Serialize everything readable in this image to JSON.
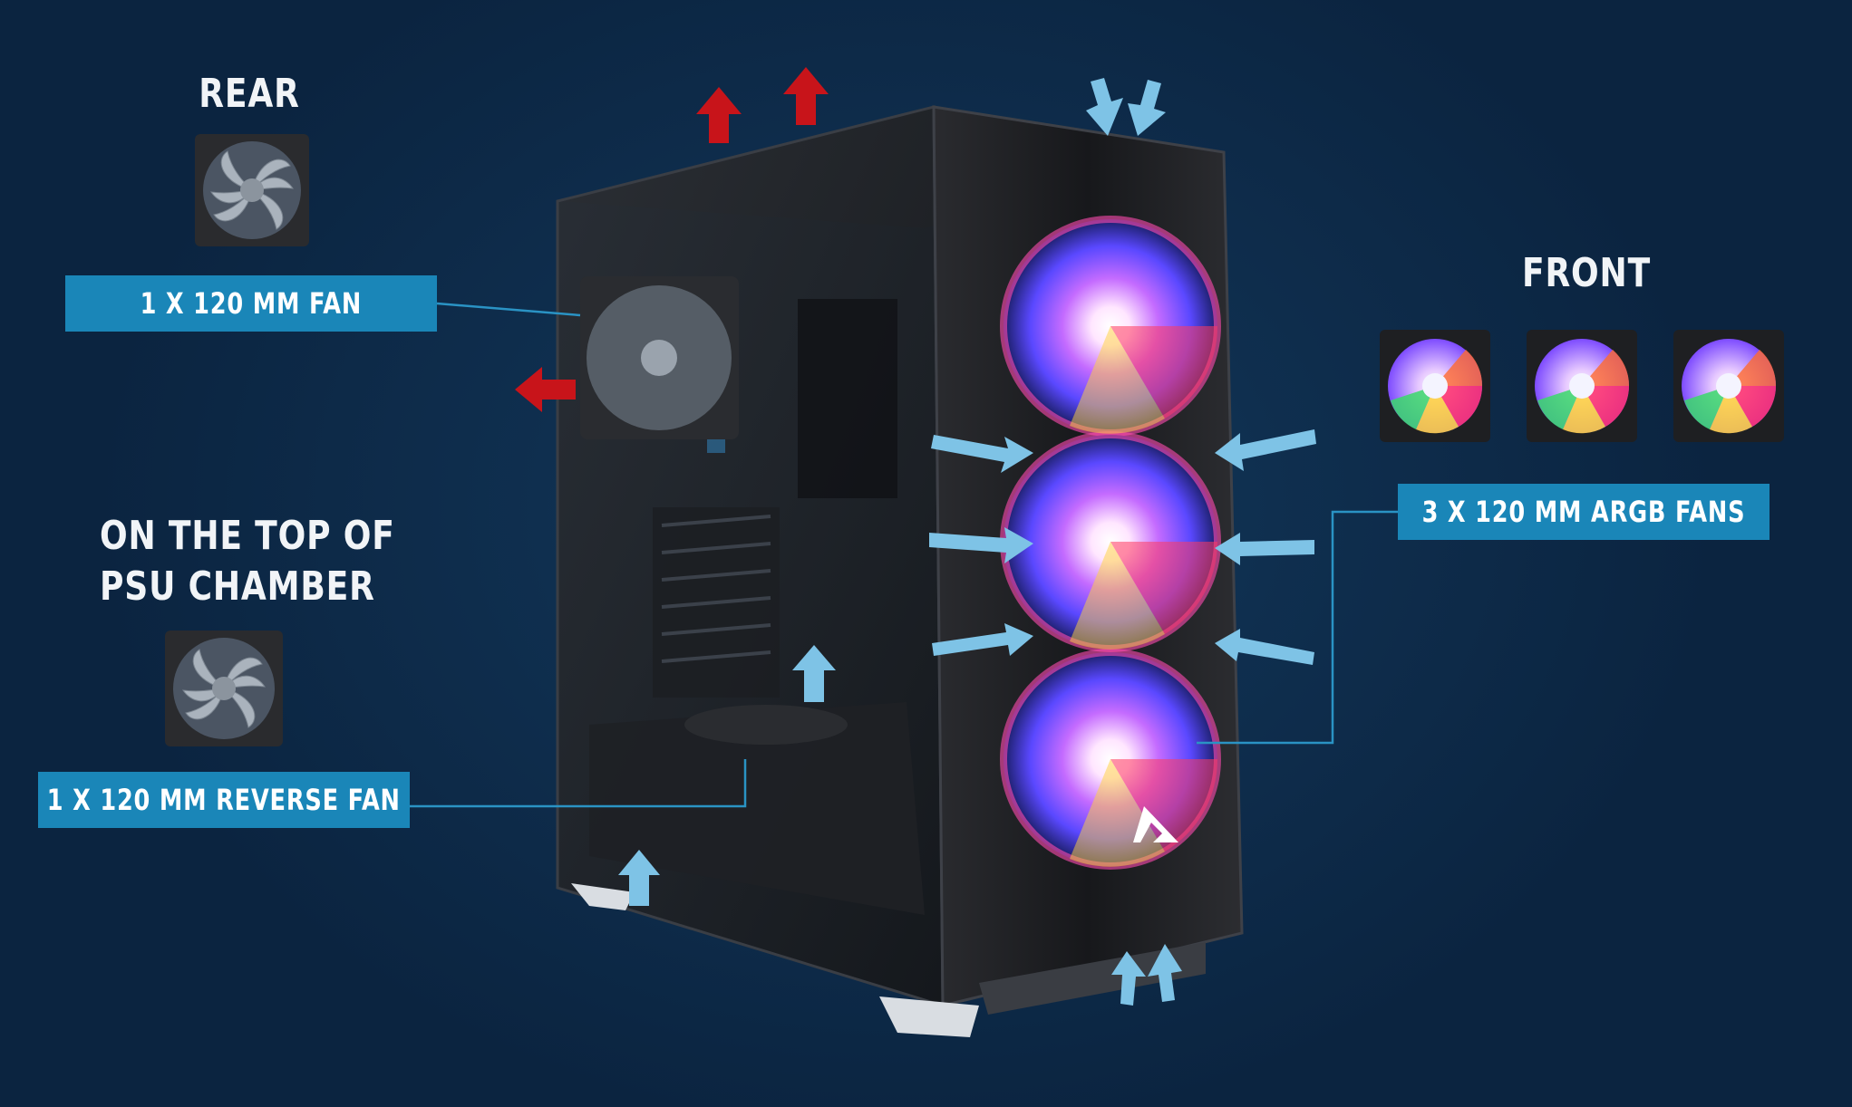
{
  "rear": {
    "heading": "REAR",
    "label": "1 X 120 MM FAN"
  },
  "psu": {
    "heading_line1": "ON THE TOP OF",
    "heading_line2": "PSU CHAMBER",
    "label": "1 X 120 MM REVERSE FAN"
  },
  "front": {
    "heading": "FRONT",
    "label": "3 X 120 MM ARGB FANS"
  },
  "colors": {
    "background": "#0f2f4f",
    "label_box": "#1a86b8",
    "leader_line": "#2a93c4",
    "exhaust_arrow": "#c8141a",
    "intake_arrow": "#7ec3e6",
    "case_body": "#1c1d20"
  },
  "icons": {
    "exhaust": "red-arrow-icon",
    "intake": "blue-arrow-icon",
    "fan": "fan-icon",
    "logo": "brand-logo-icon"
  }
}
